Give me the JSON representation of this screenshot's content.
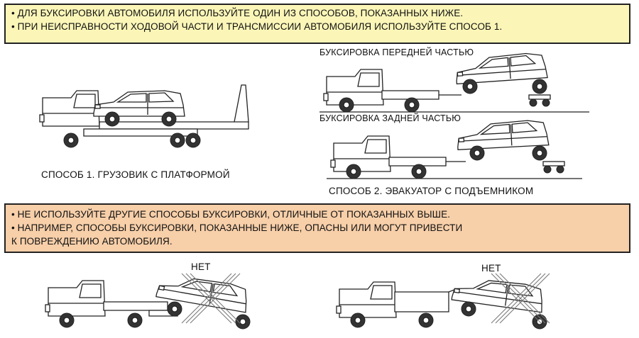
{
  "top_notice": {
    "line1": "• ДЛЯ БУКСИРОВКИ АВТОМОБИЛЯ ИСПОЛЬЗУЙТЕ ОДИН ИЗ СПОСОБОВ, ПОКАЗАННЫХ НИЖЕ.",
    "line2": "• ПРИ НЕИСПРАВНОСТИ ХОДОВОЙ ЧАСТИ И ТРАНСМИССИИ АВТОМОБИЛЯ ИСПОЛЬЗУЙТЕ СПОСОБ 1."
  },
  "method1": {
    "caption": "СПОСОБ 1. ГРУЗОВИК С ПЛАТФОРМОЙ"
  },
  "method2": {
    "front_label": "БУКСИРОВКА ПЕРЕДНЕЙ ЧАСТЬЮ",
    "rear_label": "БУКСИРОВКА ЗАДНЕЙ ЧАСТЬЮ",
    "caption": "СПОСОБ 2. ЭВАКУАТОР С ПОДЪЕМНИКОМ"
  },
  "warning": {
    "line1": "• НЕ ИСПОЛЬЗУЙТЕ ДРУГИЕ СПОСОБЫ БУКСИРОВКИ, ОТЛИЧНЫЕ ОТ ПОКАЗАННЫХ ВЫШЕ.",
    "line2": "• НАПРИМЕР, СПОСОБЫ БУКСИРОВКИ, ПОКАЗАННЫЕ НИЖЕ, ОПАСНЫ ИЛИ МОГУТ ПРИВЕСТИ",
    "line3": "К ПОВРЕЖДЕНИЮ АВТОМОБИЛЯ."
  },
  "bad_examples": {
    "left_label": "НЕТ",
    "right_label": "НЕТ"
  },
  "colors": {
    "notice_bg": "#fbf6b8",
    "warning_bg": "#f7cfa9"
  }
}
